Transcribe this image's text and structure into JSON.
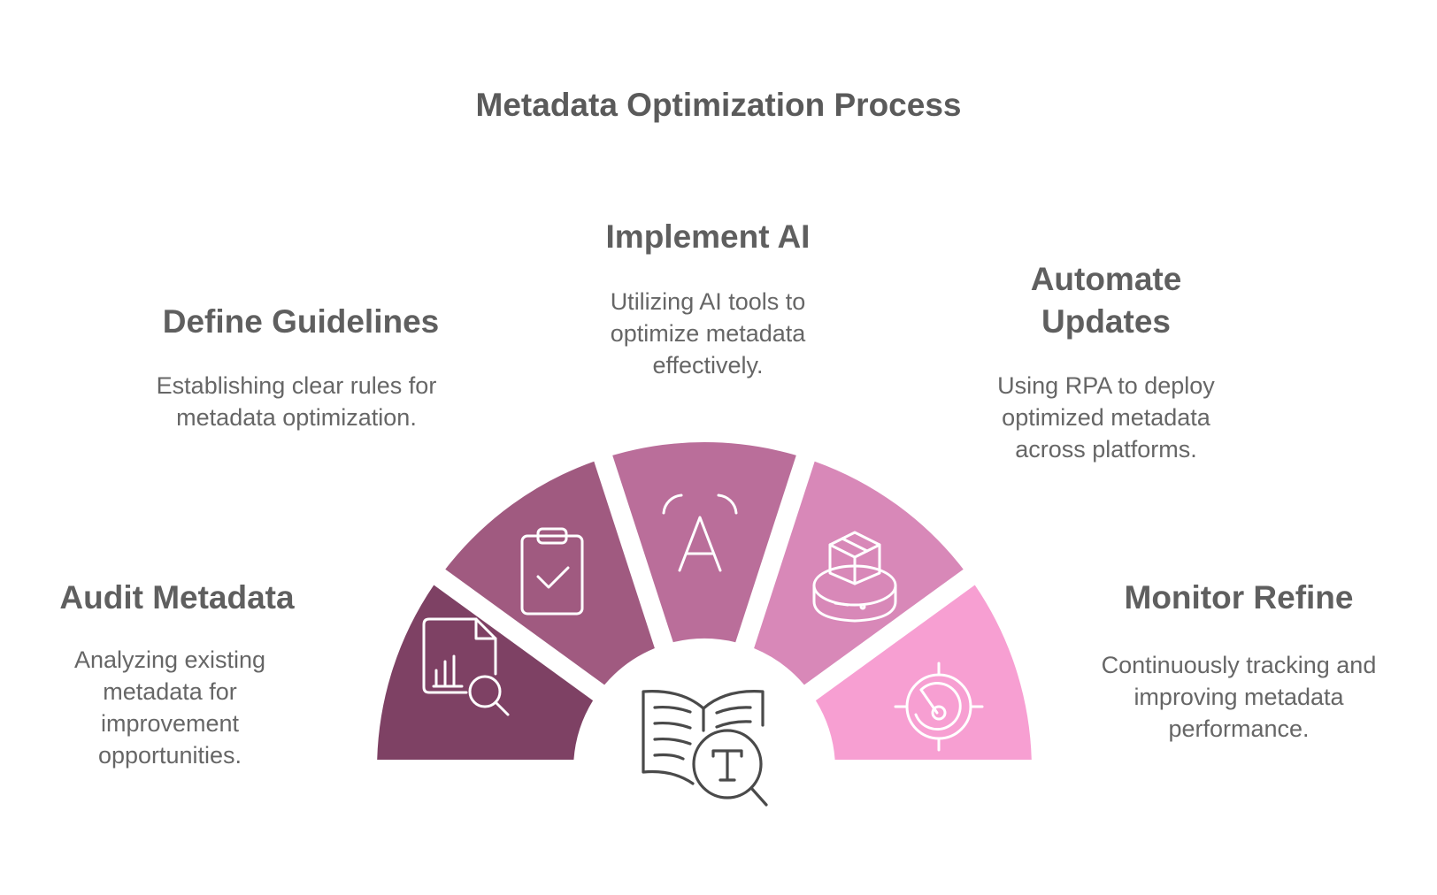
{
  "title": "Metadata Optimization Process",
  "stages": [
    {
      "id": "audit",
      "title": "Audit Metadata",
      "description": "Analyzing existing metadata for improvement opportunities.",
      "color": "#7e4164",
      "icon": "document-chart-search-icon"
    },
    {
      "id": "guidelines",
      "title": "Define Guidelines",
      "description": "Establishing clear rules for metadata optimization.",
      "color": "#a05a80",
      "icon": "clipboard-check-icon"
    },
    {
      "id": "ai",
      "title": "Implement AI",
      "description": "Utilizing AI tools to optimize metadata effectively.",
      "color": "#ba6e9a",
      "icon": "ai-letter-icon"
    },
    {
      "id": "automate",
      "title": "Automate Updates",
      "description": "Using RPA to deploy optimized metadata across platforms.",
      "color": "#d888b8",
      "icon": "robot-package-icon"
    },
    {
      "id": "monitor",
      "title": "Monitor Refine",
      "description": "Continuously tracking and improving metadata performance.",
      "color": "#f79fd2",
      "icon": "target-gauge-icon"
    }
  ],
  "center_icon": "book-text-search-icon"
}
